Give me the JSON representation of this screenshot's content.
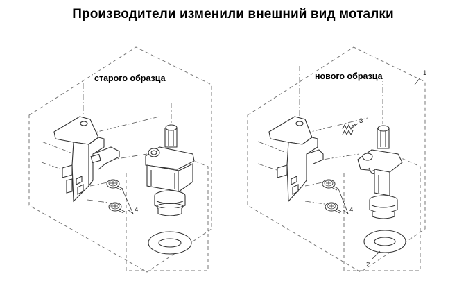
{
  "title": "Производители изменили внешний вид моталки",
  "panels": {
    "old": {
      "caption": "старого образца"
    },
    "new": {
      "caption": "нового образца"
    }
  },
  "callouts": {
    "assembly": "1",
    "washer": "2",
    "spring": "3",
    "screws_old": "4",
    "screws_new": "4"
  },
  "colors": {
    "line": "#333333",
    "dashed": "#777777",
    "text": "#000000"
  }
}
